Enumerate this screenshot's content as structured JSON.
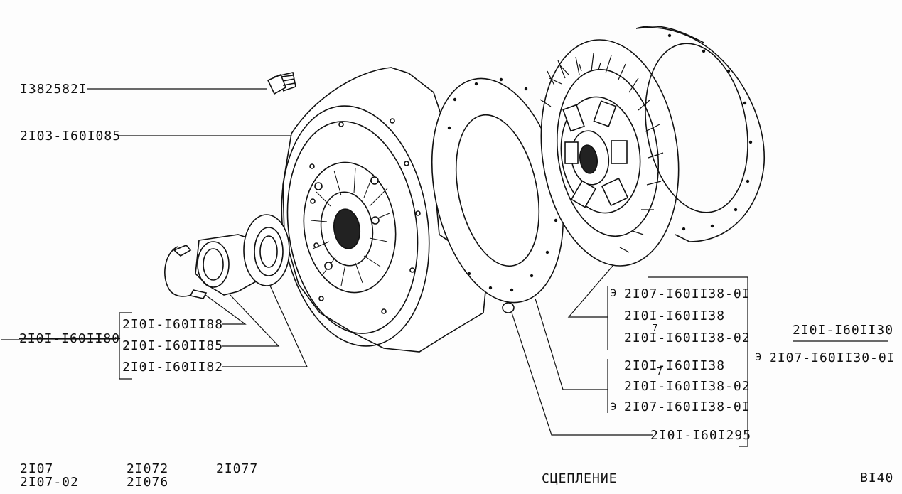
{
  "labels": {
    "bolt": "I382582I",
    "clutch_cover": "2I03-I60I085",
    "bearing_group": "2I0I-I60II80",
    "bearing_a": "2I0I-I60II88",
    "bearing_b": "2I0I-I60II85",
    "bearing_c": "2I0I-I60II82",
    "disc_1_a": "2I07-I60II38-0I",
    "disc_1_b": "2I0I-I60II38",
    "disc_1_c": "2I0I-I60II38-02",
    "disc_2_a": "2I0I-I60II38",
    "disc_2_b": "2I0I-I60II38-02",
    "disc_2_c": "2I07-I60II38-0I",
    "pin": "2I0I-I60I295",
    "assembly_main": "2I0I-I60II30",
    "assembly_alt": "2I07-I60II30-0I",
    "mark_e1": "Э",
    "mark_e2": "Э",
    "mark_e3": "Э",
    "note_1": "7",
    "note_2": "7"
  },
  "footer": {
    "model_1": "2I07",
    "model_2": "2I07-02",
    "model_3": "2I072",
    "model_4": "2I076",
    "model_5": "2I077",
    "title": "СЦЕПЛЕНИЕ",
    "page_code": "BI40"
  }
}
